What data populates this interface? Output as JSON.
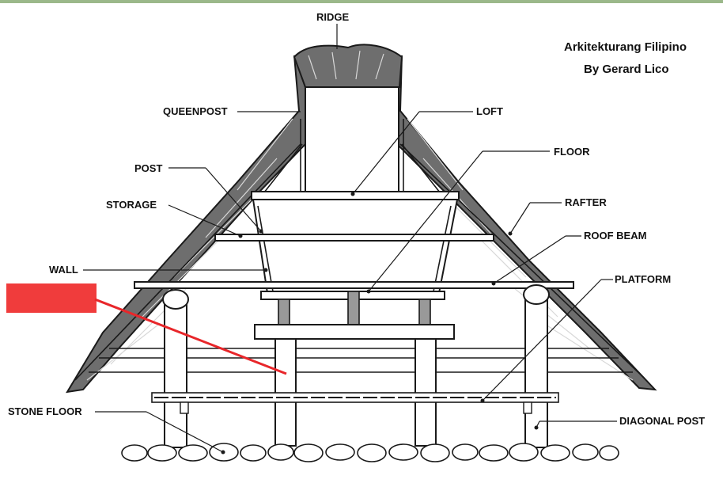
{
  "credit": {
    "line1": "Arkitekturang Filipino",
    "line2": "By Gerard Lico"
  },
  "labels": {
    "ridge": "RIDGE",
    "queenpost": "QUEENPOST",
    "loft": "LOFT",
    "floor": "FLOOR",
    "post": "POST",
    "storage": "STORAGE",
    "rafter": "RAFTER",
    "roof_beam": "ROOF BEAM",
    "wall": "WALL",
    "platform": "PLATFORM",
    "stone_floor": "STONE FLOOR",
    "diagonal_post": "DIAGONAL POST"
  },
  "colors": {
    "redaction_box": "#f03c3c",
    "redaction_line": "#e8262a",
    "ink": "#1a1a1a",
    "thatch": "#6e6e6e"
  }
}
